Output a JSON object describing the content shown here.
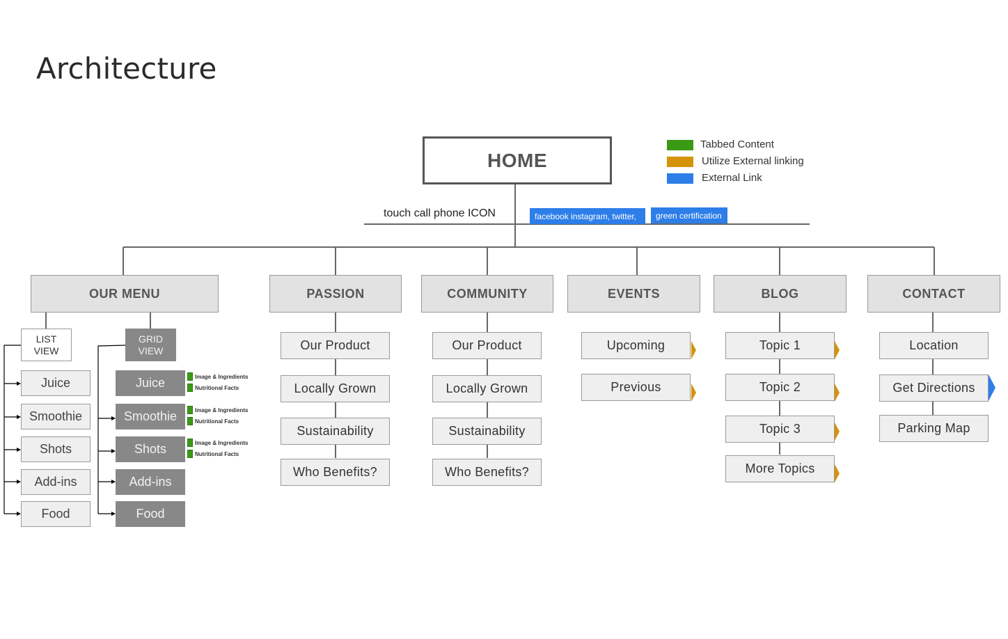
{
  "title": "Architecture",
  "home": "HOME",
  "legend": [
    {
      "label": "Tabbed Content",
      "color": "#3a9a16"
    },
    {
      "label": "Utilize External linking",
      "color": "#d4930a"
    },
    {
      "label": "External Link",
      "color": "#2d7ee8"
    }
  ],
  "touch_label": "touch call phone ICON",
  "social_link": "facebook  instagram, twitter,",
  "green_cert_link": "green certification",
  "categories": {
    "menu": "OUR MENU",
    "passion": "PASSION",
    "community": "COMMUNITY",
    "events": "EVENTS",
    "blog": "BLOG",
    "contact": "CONTACT"
  },
  "menu": {
    "list_view": [
      "LIST",
      "VIEW"
    ],
    "grid_view": [
      "GRID",
      "VIEW"
    ],
    "items": [
      "Juice",
      "Smoothie",
      "Shots",
      "Add-ins",
      "Food"
    ],
    "tab_labels": [
      "Image & Ingredients",
      "Nutritional Facts"
    ]
  },
  "passion": [
    "Our Product",
    "Locally Grown",
    "Sustainability",
    "Who Benefits?"
  ],
  "community": [
    "Our Product",
    "Locally Grown",
    "Sustainability",
    "Who Benefits?"
  ],
  "events": [
    "Upcoming",
    "Previous"
  ],
  "blog": [
    "Topic 1",
    "Topic 2",
    "Topic 3",
    "More Topics"
  ],
  "contact": [
    "Location",
    "Get Directions",
    "Parking Map"
  ],
  "colors": {
    "line": "#666666",
    "ext_linking": "#d4930a",
    "ext_link": "#2d7ee8",
    "tabbed": "#3a9a16"
  }
}
